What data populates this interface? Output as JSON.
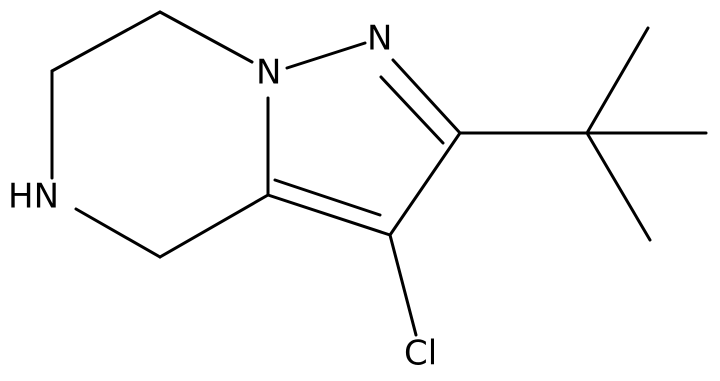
{
  "molecule": {
    "atoms": {
      "n_ring": "N",
      "n_pyrazole": "N",
      "nh": "HN",
      "cl": "Cl"
    },
    "colors": {
      "bond": "#000000",
      "text": "#000000",
      "background": "#ffffff"
    }
  }
}
